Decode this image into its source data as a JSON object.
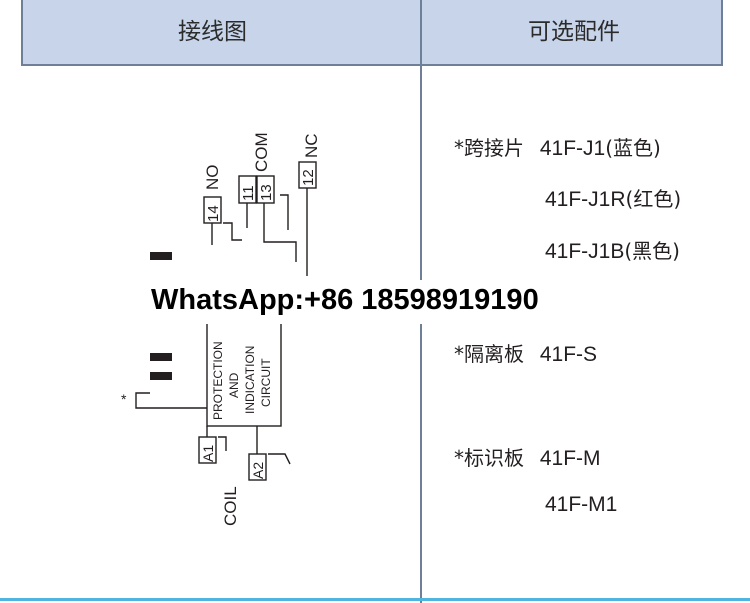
{
  "header": {
    "left_title": "接线图",
    "right_title": "可选配件"
  },
  "diagram": {
    "no_label": "NO",
    "no_terminal": "14",
    "com_label": "COM",
    "com_terminal_top": "11",
    "com_terminal_bottom": "13",
    "nc_label": "NC",
    "nc_terminal": "12",
    "module_text": [
      "PROTECTION",
      "AND",
      "INDICATION",
      "CIRCUIT"
    ],
    "a1_label": "A1",
    "a2_label": "A2",
    "coil_label": "COIL",
    "side_mark": "*"
  },
  "accessories": [
    {
      "prefix": "*跨接片",
      "model": "41F-J1",
      "note": "(蓝色)"
    },
    {
      "prefix": "",
      "model": "41F-J1R",
      "note": "(红色)"
    },
    {
      "prefix": "",
      "model": "41F-J1B",
      "note": "(黑色)"
    },
    {
      "prefix": "*隔离板",
      "model": "41F-S",
      "note": ""
    },
    {
      "prefix": "*标识板",
      "model": "41F-M",
      "note": ""
    },
    {
      "prefix": "",
      "model": "41F-M1",
      "note": ""
    }
  ],
  "watermark": "WhatsApp:+86 18598919190",
  "colors": {
    "header_bg": "#c7d4ea",
    "rule": "#6f7f98",
    "bottom_accent": "#4fb4de"
  }
}
